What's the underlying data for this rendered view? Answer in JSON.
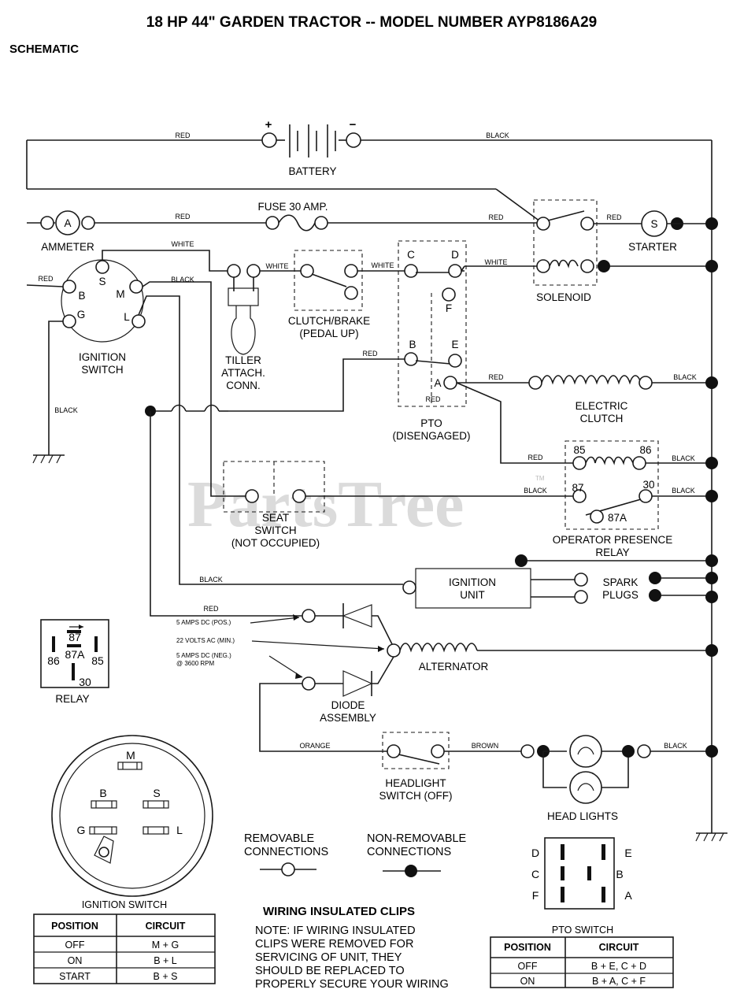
{
  "title": "18 HP 44\" GARDEN TRACTOR -- MODEL NUMBER AYP8186A29",
  "subtitle": "SCHEMATIC",
  "watermark": "PartsTree",
  "watermark_tm": "TM",
  "components": {
    "battery": "BATTERY",
    "battery_plus": "+",
    "battery_minus": "−",
    "ammeter": "AMMETER",
    "ammeter_symbol": "A",
    "fuse": "FUSE 30 AMP.",
    "starter": "STARTER",
    "starter_symbol": "S",
    "solenoid": "SOLENOID",
    "ignition_switch": [
      "IGNITION",
      "SWITCH"
    ],
    "tiller": [
      "TILLER",
      "ATTACH.",
      "CONN."
    ],
    "clutch_brake": [
      "CLUTCH/BRAKE",
      "(PEDAL UP)"
    ],
    "pto": [
      "PTO",
      "(DISENGAGED)"
    ],
    "electric_clutch": [
      "ELECTRIC",
      "CLUTCH"
    ],
    "seat_switch": [
      "SEAT",
      "SWITCH",
      "(NOT OCCUPIED)"
    ],
    "opr": [
      "OPERATOR PRESENCE",
      "RELAY"
    ],
    "ignition_unit": [
      "IGNITION",
      "UNIT"
    ],
    "spark_plugs": [
      "SPARK",
      "PLUGS"
    ],
    "alternator": "ALTERNATOR",
    "diode": [
      "DIODE",
      "ASSEMBLY"
    ],
    "headlight_switch": [
      "HEADLIGHT",
      "SWITCH (OFF)"
    ],
    "head_lights": "HEAD LIGHTS",
    "relay": "RELAY"
  },
  "ign_pins": {
    "s": "S",
    "b": "B",
    "m": "M",
    "g": "G",
    "l": "L"
  },
  "pto_pins": {
    "c": "C",
    "d": "D",
    "f": "F",
    "b": "B",
    "e": "E",
    "a": "A"
  },
  "relay_pins": {
    "p85": "85",
    "p86": "86",
    "p87": "87",
    "p30": "30",
    "p87a": "87A"
  },
  "wires": {
    "red": "RED",
    "black": "BLACK",
    "white": "WHITE",
    "orange": "ORANGE",
    "brown": "BROWN"
  },
  "alternator_notes": [
    "5 AMPS DC (POS.)",
    "22 VOLTS AC (MIN.)",
    "5 AMPS DC (NEG.)",
    "@ 3600 RPM"
  ],
  "legend": {
    "removable": [
      "REMOVABLE",
      "CONNECTIONS"
    ],
    "non_removable": [
      "NON-REMOVABLE",
      "CONNECTIONS"
    ]
  },
  "relay_detail": {
    "p87": "87",
    "p87a": "87A",
    "p86": "86",
    "p85": "85",
    "p30": "30"
  },
  "ign_detail": {
    "m": "M",
    "b": "B",
    "s": "S",
    "g": "G",
    "l": "L"
  },
  "pto_detail": {
    "d": "D",
    "e": "E",
    "c": "C",
    "b": "B",
    "f": "F",
    "a": "A"
  },
  "ign_table": {
    "caption": "IGNITION SWITCH",
    "headers": [
      "POSITION",
      "CIRCUIT"
    ],
    "rows": [
      [
        "OFF",
        "M + G"
      ],
      [
        "ON",
        "B + L"
      ],
      [
        "START",
        "B + S"
      ]
    ]
  },
  "pto_table": {
    "caption": "PTO SWITCH",
    "headers": [
      "POSITION",
      "CIRCUIT"
    ],
    "rows": [
      [
        "OFF",
        "B + E, C + D"
      ],
      [
        "ON",
        "B + A, C + F"
      ]
    ]
  },
  "clips": {
    "heading": "WIRING INSULATED CLIPS",
    "lines": [
      "NOTE: IF WIRING INSULATED",
      "CLIPS WERE REMOVED FOR",
      "SERVICING OF UNIT, THEY",
      "SHOULD BE REPLACED TO",
      "PROPERLY SECURE YOUR WIRING"
    ]
  }
}
